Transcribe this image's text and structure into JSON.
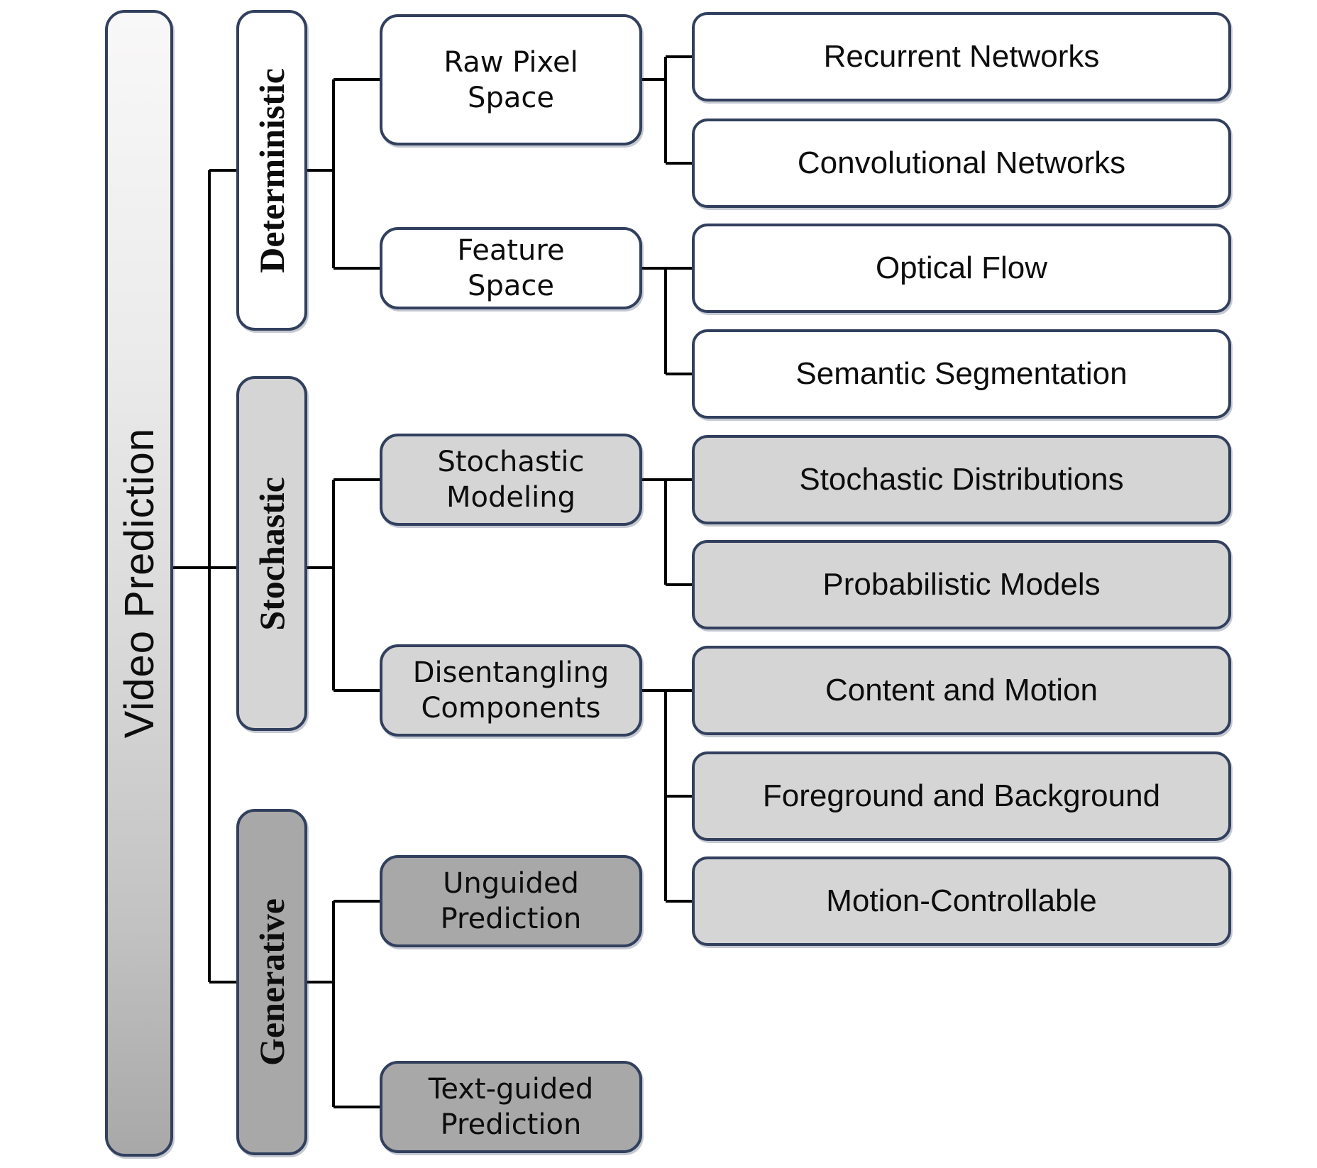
{
  "diagram": {
    "title": "Video Prediction taxonomy tree",
    "root": {
      "label": "Video Prediction"
    },
    "categories": [
      {
        "label": "Deterministic",
        "children": [
          {
            "label": "Raw Pixel Space",
            "children": [
              {
                "label": "Recurrent Networks"
              },
              {
                "label": "Convolutional Networks"
              }
            ]
          },
          {
            "label": "Feature Space",
            "children": [
              {
                "label": "Optical Flow"
              },
              {
                "label": "Semantic Segmentation"
              }
            ]
          }
        ]
      },
      {
        "label": "Stochastic",
        "children": [
          {
            "label": "Stochastic Modeling",
            "children": [
              {
                "label": "Stochastic Distributions"
              },
              {
                "label": "Probabilistic Models"
              }
            ]
          },
          {
            "label": "Disentangling Components",
            "children": [
              {
                "label": "Content and Motion"
              },
              {
                "label": "Foreground and Background"
              },
              {
                "label": "Motion-Controllable"
              }
            ]
          }
        ]
      },
      {
        "label": "Generative",
        "children": [
          {
            "label": "Unguided Prediction",
            "children": []
          },
          {
            "label": "Text-guided Prediction",
            "children": []
          }
        ]
      }
    ],
    "colors": {
      "box_border": "#32405e",
      "connector_line": "#000000",
      "deterministic_fill": "#ffffff",
      "stochastic_fill": "#d5d5d5",
      "generative_fill": "#a8a8a8",
      "root_gradient_top": "#f9f8f8",
      "root_gradient_bottom": "#a8a8a8"
    }
  }
}
